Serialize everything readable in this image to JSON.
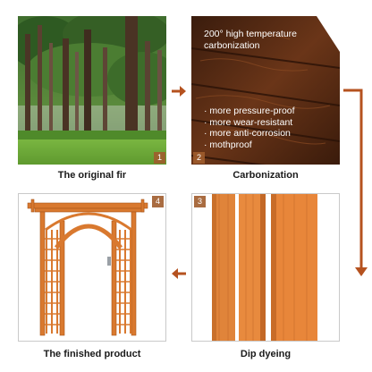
{
  "steps": [
    {
      "number": "1",
      "caption": "The original fir"
    },
    {
      "number": "2",
      "caption": "Carbonization",
      "title": "200° high temperature carbonization",
      "features": [
        "more pressure-proof",
        "more wear-resistant",
        "more anti-corrosion",
        "mothproof"
      ]
    },
    {
      "number": "3",
      "caption": "Dip dyeing"
    },
    {
      "number": "4",
      "caption": "The finished product"
    }
  ],
  "colors": {
    "accent": "#b5521f",
    "badge": "#a05c2c",
    "wood_light": "#e0843a",
    "wood_dark": "#4a2511",
    "grass": "#6da93b"
  },
  "icons": {
    "arrow_right": "arrow-right-icon",
    "arrow_down": "arrow-down-icon",
    "arrow_left": "arrow-left-icon"
  }
}
